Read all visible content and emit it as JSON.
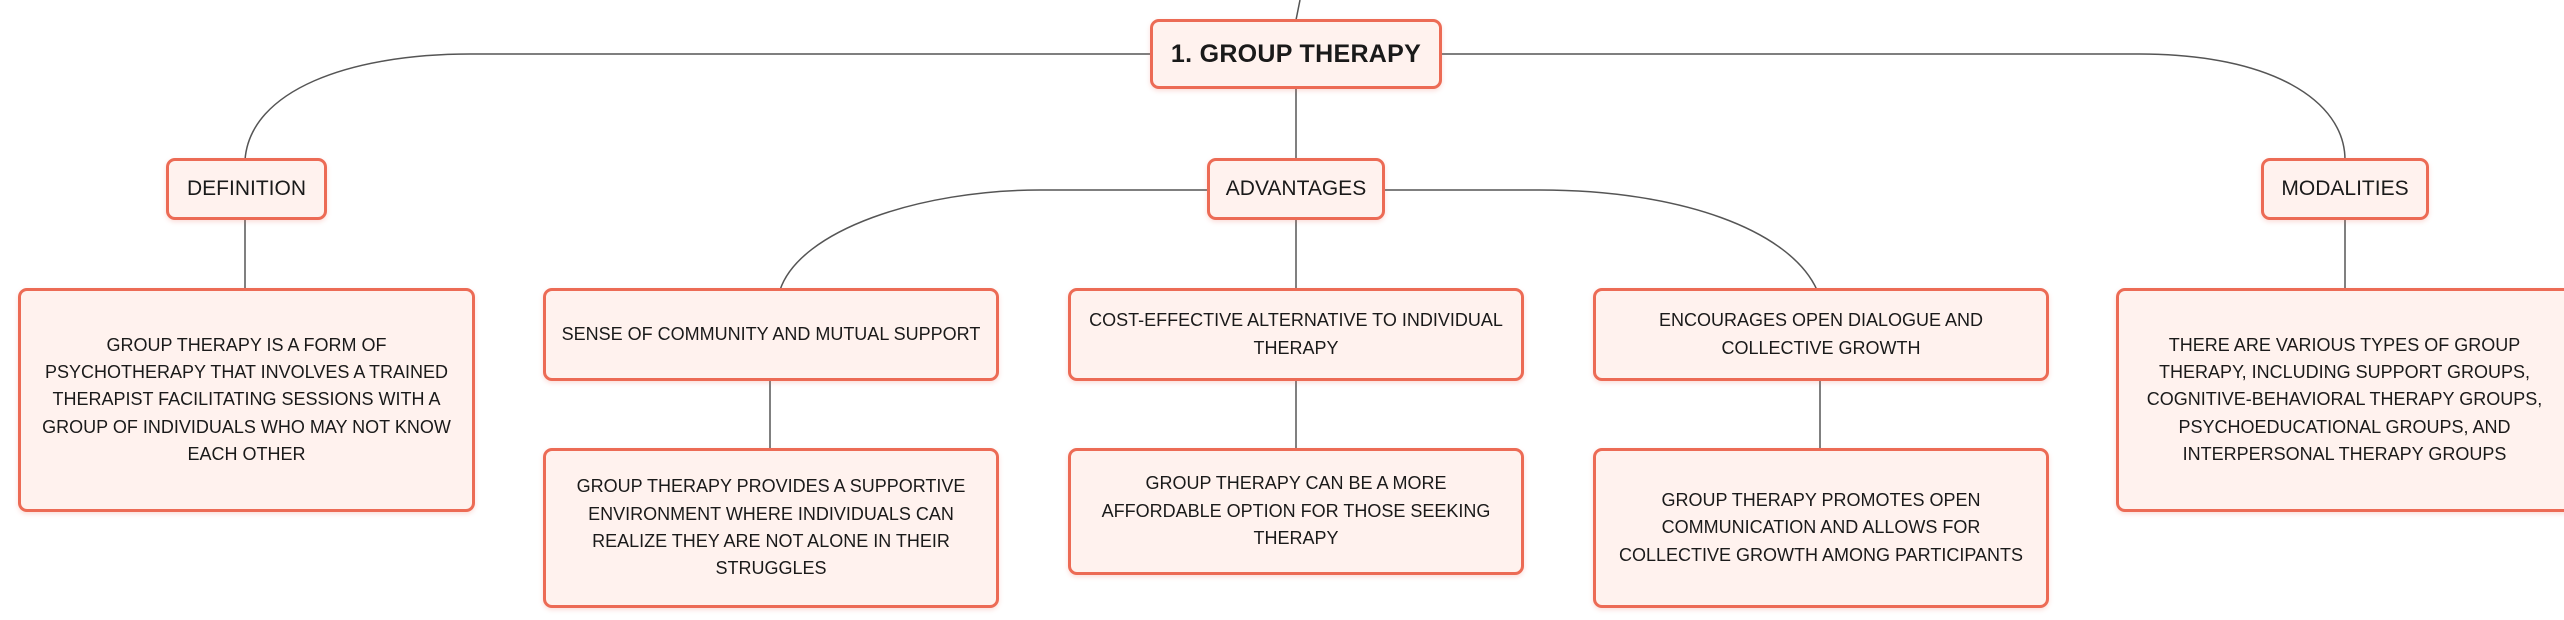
{
  "diagram": {
    "root": {
      "label": "1. GROUP THERAPY"
    },
    "branches": [
      {
        "label": "DEFINITION",
        "children": [
          {
            "label": "GROUP THERAPY IS A FORM OF PSYCHOTHERAPY THAT INVOLVES A TRAINED THERAPIST FACILITATING SESSIONS WITH A GROUP OF INDIVIDUALS WHO MAY NOT KNOW EACH OTHER"
          }
        ]
      },
      {
        "label": "ADVANTAGES",
        "children": [
          {
            "label": "SENSE OF COMMUNITY AND MUTUAL SUPPORT",
            "detail": "GROUP THERAPY PROVIDES A SUPPORTIVE ENVIRONMENT WHERE INDIVIDUALS CAN REALIZE THEY ARE NOT ALONE IN THEIR STRUGGLES"
          },
          {
            "label": "COST-EFFECTIVE ALTERNATIVE TO INDIVIDUAL THERAPY",
            "detail": "GROUP THERAPY CAN BE A MORE AFFORDABLE OPTION FOR THOSE SEEKING THERAPY"
          },
          {
            "label": "ENCOURAGES OPEN DIALOGUE AND COLLECTIVE GROWTH",
            "detail": "GROUP THERAPY PROMOTES OPEN COMMUNICATION AND ALLOWS FOR COLLECTIVE GROWTH AMONG PARTICIPANTS"
          }
        ]
      },
      {
        "label": "MODALITIES",
        "children": [
          {
            "label": "THERE ARE VARIOUS TYPES OF GROUP THERAPY, INCLUDING SUPPORT GROUPS, COGNITIVE-BEHAVIORAL THERAPY GROUPS, PSYCHOEDUCATIONAL GROUPS, AND INTERPERSONAL THERAPY GROUPS"
          }
        ]
      }
    ],
    "colors": {
      "node_border": "#ec6b55",
      "node_fill": "#fff2ee",
      "connector": "#555555"
    }
  }
}
